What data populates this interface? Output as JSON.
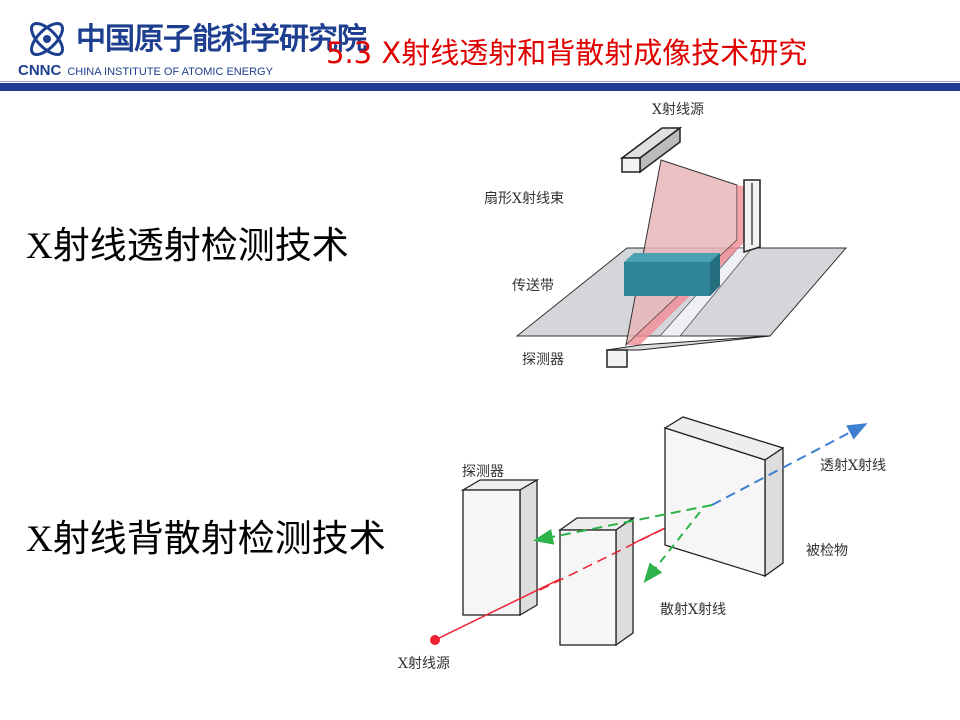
{
  "header": {
    "logo_cn": "中国原子能科学研究院",
    "logo_abbr": "CNNC",
    "logo_en": "CHINA INSTITUTE OF ATOMIC ENERGY",
    "title": "5.3 X射线透射和背散射成像技术研究"
  },
  "sections": [
    {
      "heading": "X射线透射检测技术"
    },
    {
      "heading": "X射线背散射检测技术"
    }
  ],
  "transmission_diagram": {
    "source_label": "X射线源",
    "fan_beam_label": "扇形X射线束",
    "conveyor_label": "传送带",
    "detector_label": "探测器"
  },
  "backscatter_diagram": {
    "detector_label": "探测器",
    "transmitted_label": "透射X射线",
    "object_label": "被检物",
    "scattered_label": "散射X射线",
    "source_label": "X射线源"
  },
  "colors": {
    "title": "#e00000",
    "brand": "#1f3b93",
    "box": "#2e8598"
  }
}
